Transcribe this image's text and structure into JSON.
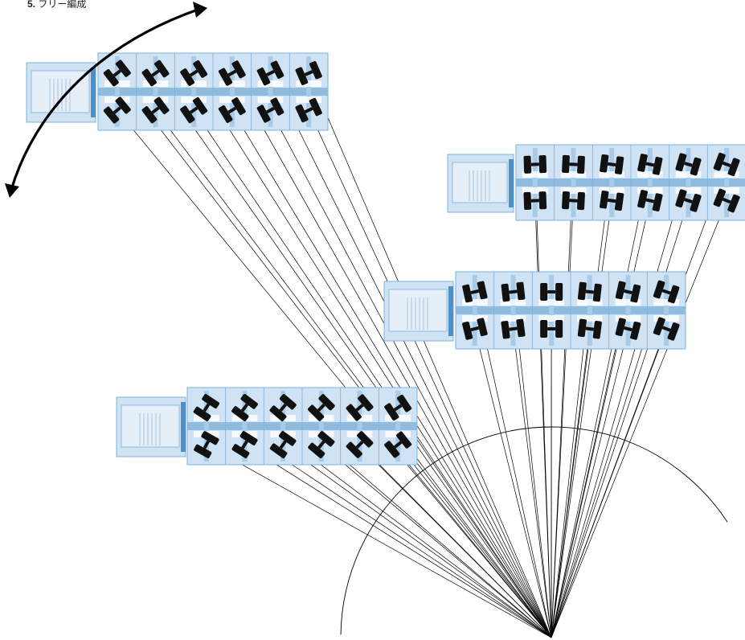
{
  "caption": {
    "number": "5.",
    "text": "フリー編成"
  },
  "colors": {
    "vehicle_fill": "#cfe3f4",
    "vehicle_stroke": "#7fb0d8",
    "vehicle_dark": "#4f8fc7",
    "wheel": "#111111",
    "lines": "#000000"
  },
  "diagram": {
    "kind": "self-propelled modular transporter steering diagram",
    "arrow_icon": "rotation-arrow-icon",
    "vehicles": [
      {
        "label": "vehicle-top-left",
        "wheel_angle_deg": 30
      },
      {
        "label": "vehicle-right-top",
        "wheel_angle_deg": -10
      },
      {
        "label": "vehicle-right-middle",
        "wheel_angle_deg": 8
      },
      {
        "label": "vehicle-bottom-left",
        "wheel_angle_deg": 28
      }
    ]
  }
}
